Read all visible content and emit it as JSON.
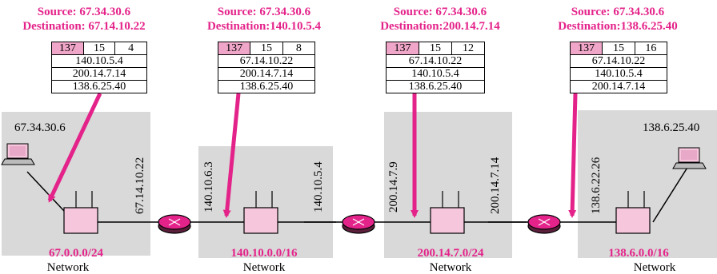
{
  "headers": [
    {
      "source_label": "Source: 67.34.30.6",
      "dest_label": "Destination: 67.14.10.22"
    },
    {
      "source_label": "Source:  67.34.30.6",
      "dest_label": "Destination:140.10.5.4"
    },
    {
      "source_label": "Source:  67.34.30.6",
      "dest_label": "Destination:200.14.7.14"
    },
    {
      "source_label": "Source:  67.34.30.6",
      "dest_label": "Destination:138.6.25.40"
    }
  ],
  "packets": [
    {
      "type": "137",
      "length": "15",
      "pointer": "4",
      "rows": [
        "140.10.5.4",
        "200.14.7.14",
        "138.6.25.40"
      ]
    },
    {
      "type": "137",
      "length": "15",
      "pointer": "8",
      "rows": [
        "67.14.10.22",
        "200.14.7.14",
        "138.6.25.40"
      ]
    },
    {
      "type": "137",
      "length": "15",
      "pointer": "12",
      "rows": [
        "67.14.10.22",
        "140.10.5.4",
        "138.6.25.40"
      ]
    },
    {
      "type": "137",
      "length": "15",
      "pointer": "16",
      "rows": [
        "67.14.10.22",
        "140.10.5.4",
        "200.14.7.14"
      ]
    }
  ],
  "hosts": {
    "source": "67.34.30.6",
    "destination": "138.6.25.40"
  },
  "interfaces": [
    "67.14.10.22",
    "140.10.6.3",
    "140.10.5.4",
    "200.14.7.9",
    "200.14.7.14",
    "138.6.22.26"
  ],
  "networks": [
    {
      "prefix": "67.0.0.0/24",
      "label": "Network"
    },
    {
      "prefix": "140.10.0.0/16",
      "label": "Network"
    },
    {
      "prefix": "200.14.7.0/24",
      "label": "Network"
    },
    {
      "prefix": "138.6.0.0/16",
      "label": "Network"
    }
  ],
  "colors": {
    "accent": "#e4238a",
    "network_bg": "#d9d9d9",
    "router_fill": "#f6c6dc",
    "option_cell": "#f0a6c8"
  }
}
